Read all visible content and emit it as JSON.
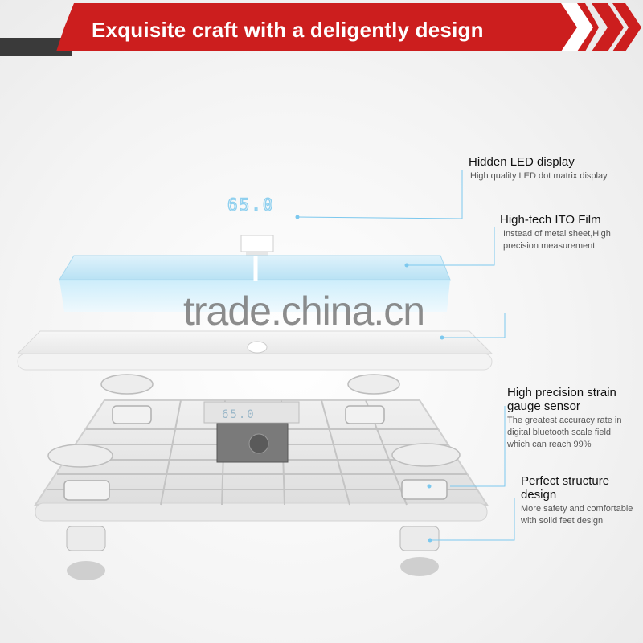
{
  "banner": {
    "title": "Exquisite craft with a deligently design",
    "colors": {
      "red": "#cc1e1e",
      "dark": "#3a3a3a"
    }
  },
  "watermark": "trade.china.cn",
  "display_reading": "65.0",
  "accent_color": "#7cc8ee",
  "callouts": {
    "led": {
      "title": "Hidden LED display",
      "desc": "High quality LED dot matrix display"
    },
    "ito": {
      "title": "High-tech ITO Film",
      "desc_1": "Instead of metal sheet,High",
      "desc_2": "precision measurement"
    },
    "strain": {
      "title_1": "High precision strain",
      "title_2": "gauge sensor",
      "desc_1": "The greatest accuracy rate in",
      "desc_2": "digital bluetooth scale field",
      "desc_3": "which can reach 99%"
    },
    "structure": {
      "title_1": "Perfect structure",
      "title_2": "design",
      "desc_1": "More safety and comfortable",
      "desc_2": "with solid feet design"
    }
  }
}
